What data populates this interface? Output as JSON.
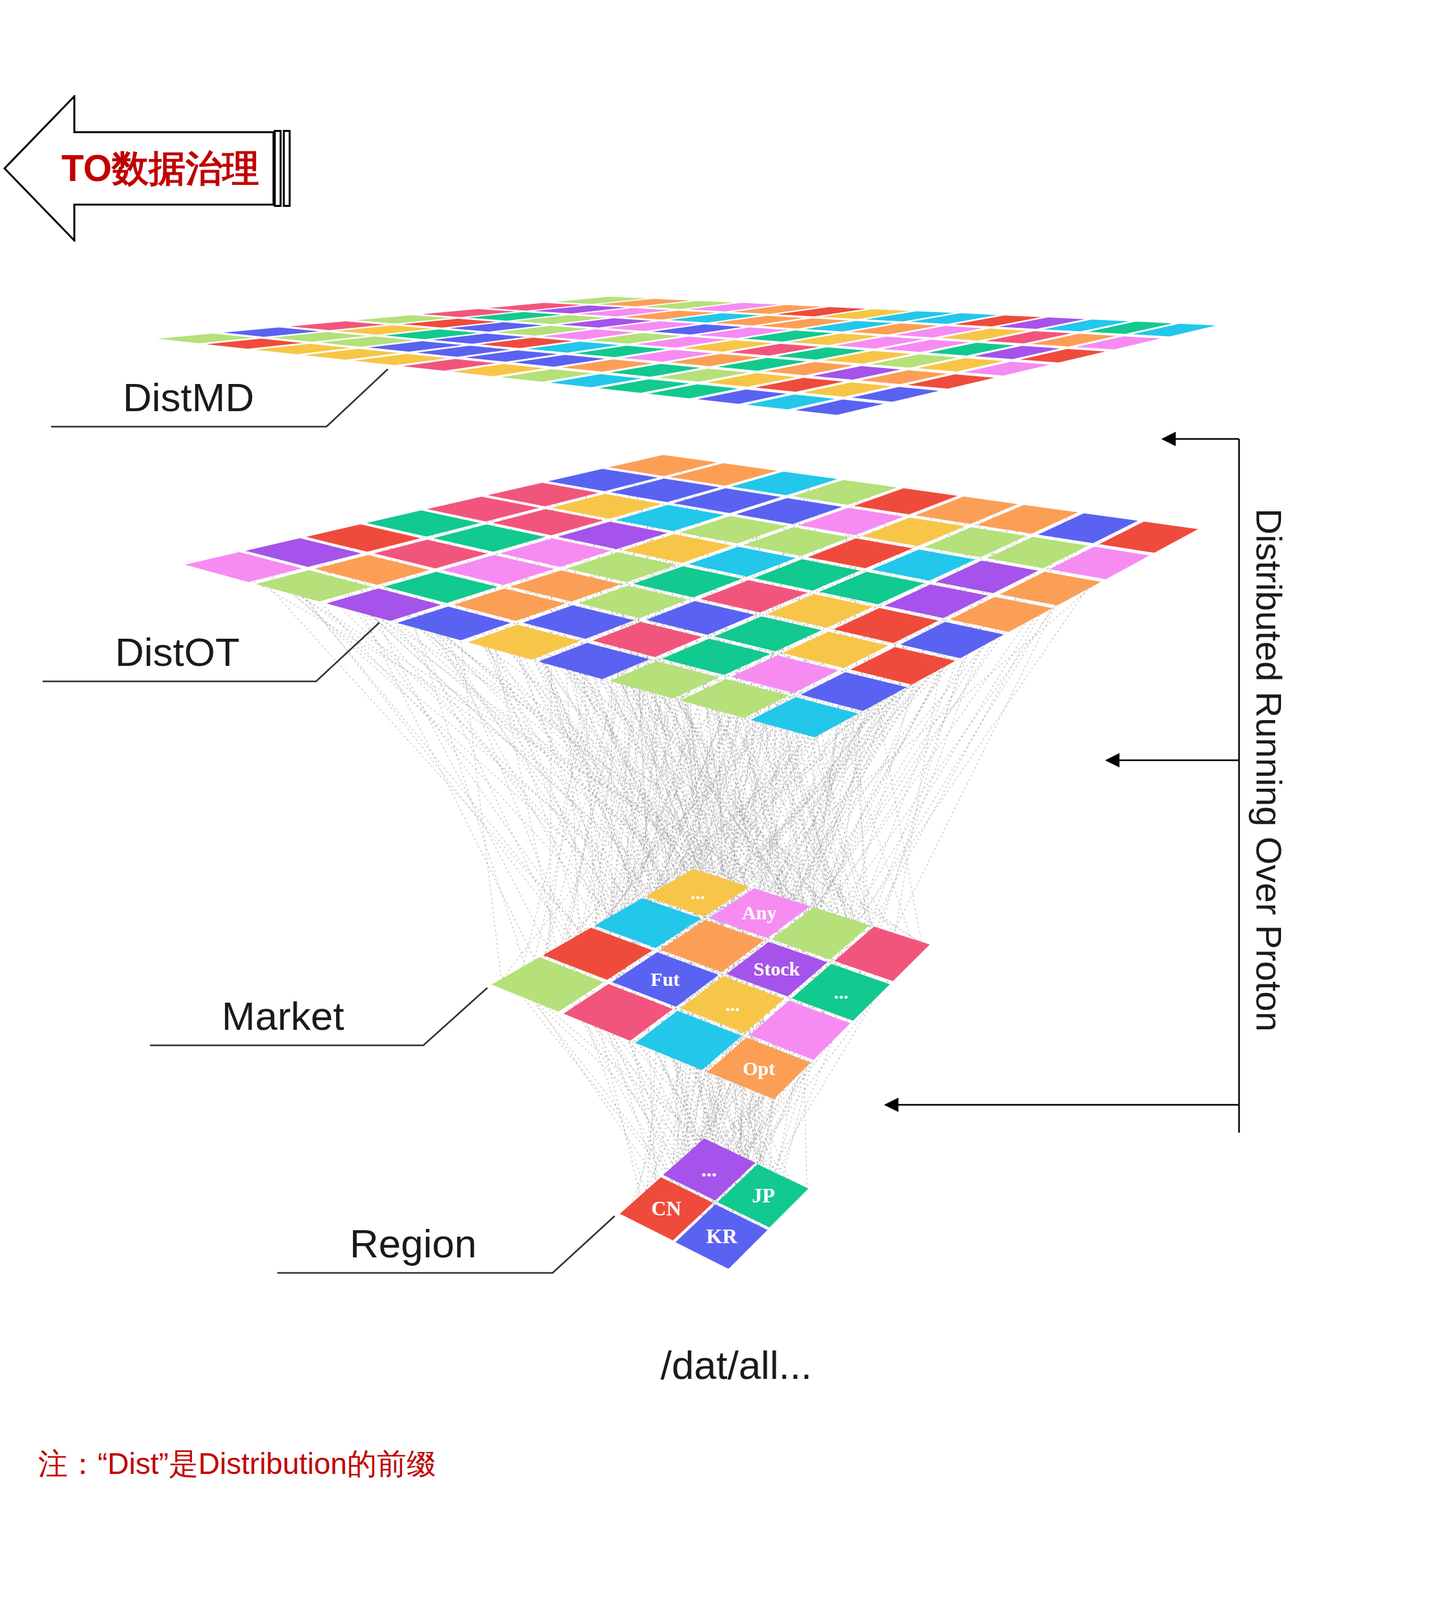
{
  "diagram": {
    "nodes": [
      {
        "text": [
          "TO数据治理"
        ]
      },
      {
        "text": [
          "..."
        ]
      },
      {
        "text": [
          "Any"
        ]
      },
      {
        "text": [
          "Fut"
        ]
      },
      {
        "text": [
          "Stock"
        ]
      },
      {
        "text": [
          "..."
        ]
      },
      {
        "text": [
          "..."
        ]
      },
      {
        "text": [
          "Opt"
        ]
      },
      {
        "text": [
          "..."
        ]
      },
      {
        "text": [
          "CN"
        ]
      },
      {
        "text": [
          "JP"
        ]
      },
      {
        "text": [
          "KR"
        ]
      }
    ],
    "labels": [
      "DistMD",
      "DistOT",
      "Market",
      "Region",
      "Distributed Running Over Proton",
      "/dat/all...",
      "注：“Dist”是Distribution的前缀"
    ]
  }
}
